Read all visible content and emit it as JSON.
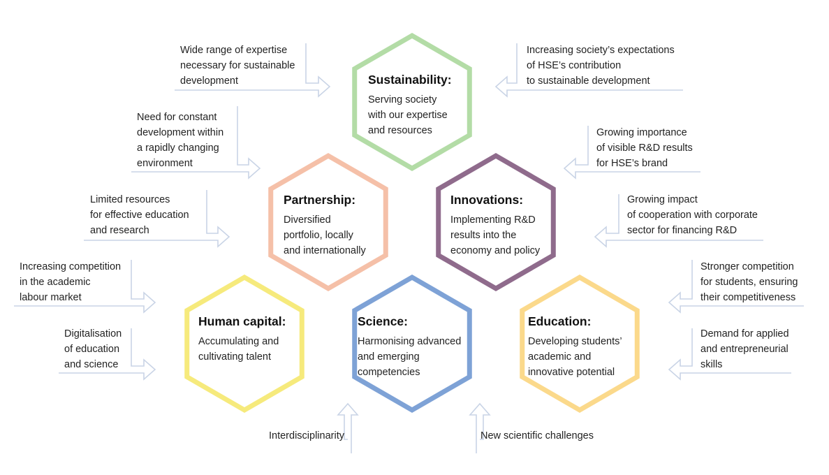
{
  "colors": {
    "sustainability": "#b3dca6",
    "partnership": "#f5c0a8",
    "innovations": "#8f6b8c",
    "human_capital": "#f6ea7c",
    "science": "#7ea2d6",
    "education": "#fbd98b",
    "arrow": "#c9d4e6"
  },
  "hexagons": {
    "sustainability": {
      "title": "Sustainability:",
      "lines": [
        "Serving society",
        "with our expertise",
        "and resources"
      ]
    },
    "partnership": {
      "title": "Partnership:",
      "lines": [
        "Diversified",
        "portfolio, locally",
        "and internationally"
      ]
    },
    "innovations": {
      "title": "Innovations:",
      "lines": [
        "Implementing R&D",
        "results into the",
        "economy and policy"
      ]
    },
    "human_capital": {
      "title": "Human capital:",
      "lines": [
        "Accumulating and",
        "cultivating talent"
      ]
    },
    "science": {
      "title": "Science:",
      "lines": [
        "Harmonising advanced",
        "and emerging",
        "competencies"
      ]
    },
    "education": {
      "title": "Education:",
      "lines": [
        "Developing students’",
        "academic and",
        "innovative potential"
      ]
    }
  },
  "notes": {
    "expertise_range": [
      "Wide range of expertise",
      "necessary for sustainable",
      "development"
    ],
    "society_expectations": [
      "Increasing society’s expectations",
      "of HSE’s contribution",
      "to sustainable development"
    ],
    "constant_development": [
      "Need for constant",
      "development within",
      "a rapidly changing",
      "environment"
    ],
    "rd_visibility": [
      "Growing importance",
      "of visible R&D results",
      "for HSE’s brand"
    ],
    "limited_resources": [
      "Limited resources",
      "for effective education",
      "and research"
    ],
    "corporate_cooperation": [
      "Growing impact",
      "of cooperation with corporate",
      "sector for financing R&D"
    ],
    "academic_competition": [
      "Increasing competition",
      "in the academic",
      "labour market"
    ],
    "student_competition": [
      "Stronger competition",
      "for students, ensuring",
      "their competitiveness"
    ],
    "digitalisation": [
      "Digitalisation",
      "of education",
      "and science"
    ],
    "applied_skills": [
      "Demand for applied",
      "and entrepreneurial",
      "skills"
    ],
    "interdisciplinarity": [
      "Interdisciplinarity"
    ],
    "scientific_challenges": [
      "New scientific challenges"
    ]
  }
}
